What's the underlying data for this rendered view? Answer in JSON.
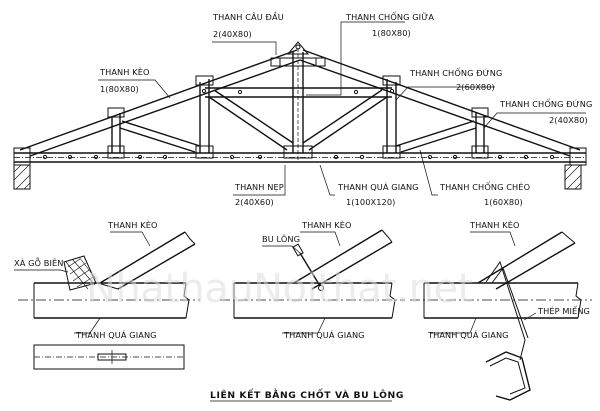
{
  "labels": {
    "thanh_cau_dau": "THANH CÂU ĐẦU",
    "thanh_cau_dau_size": "2(40X80)",
    "thanh_chong_giua": "THANH CHỐNG GIỮA",
    "thanh_chong_giua_size": "1(80X80)",
    "thanh_keo": "THANH KÈO",
    "thanh_keo_size": "1(80X80)",
    "thanh_chong_dung_1": "THANH CHỐNG ĐỨNG",
    "thanh_chong_dung_1_size": "2(60X80)",
    "thanh_chong_dung_2": "THANH CHỐNG ĐỨNG",
    "thanh_chong_dung_2_size": "2(40X80)",
    "thanh_nep": "THANH NẸP",
    "thanh_nep_size": "2(40X60)",
    "thanh_qua_giang": "THANH QUÁ GIANG",
    "thanh_qua_giang_size": "1(100X120)",
    "thanh_chong_cheo": "THANH CHỐNG CHÉO",
    "thanh_chong_cheo_size": "1(60X80)",
    "detail1_keo": "THANH KÈO",
    "detail1_xa_go": "XÀ GỖ BIÊN",
    "detail1_giang": "THANH QUÁ GIANG",
    "detail2_keo": "THANH KÈO",
    "detail2_bulong": "BU LÔNG",
    "detail2_giang": "THANH QUÁ GIANG",
    "detail3_keo": "THANH KÈO",
    "detail3_giang": "THANH QUÁ GIANG",
    "detail3_thep": "THÉP MIẾNG",
    "title": "LIÊN KẾT BẰNG CHỐT VÀ BU LÔNG"
  },
  "watermark": "NhathauNoithat.net",
  "colors": {
    "line": "#111111",
    "watermark": "#dcdcdc",
    "background": "#ffffff"
  }
}
